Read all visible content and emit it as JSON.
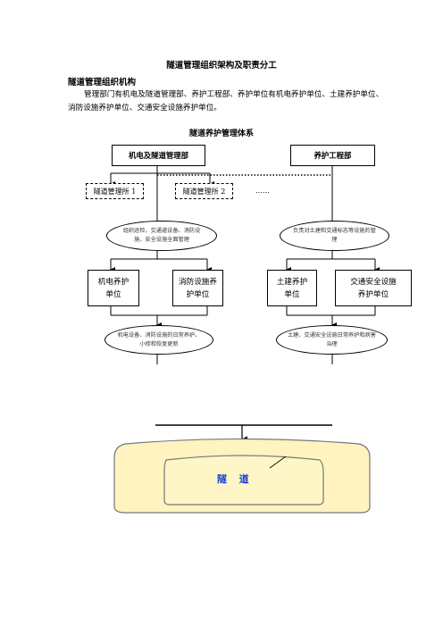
{
  "doc": {
    "title": "隧道管理组织架构及职责分工",
    "section_heading": "隧道管理组织机构",
    "paragraph": "管理部门有机电及隧道管理部、养护工程部、养护单位有机电养护单位、土建养护单位、消防设施养护单位、交通安全设施养护单位。",
    "diagram_title": "隧道养护管理体系"
  },
  "chart": {
    "dept_left": "机电及隧道管理部",
    "dept_right": "养护工程部",
    "office_1": "隧道管理所 1",
    "office_2": "隧道管理所 2",
    "office_more": "……",
    "oval_left": "组织运检，交通道设备、消防设施、安全设施全面管理",
    "oval_right": "负责对土建和交通标志等设施的管理",
    "unit_mech": "机电养护单位",
    "unit_fire": "消防设施养护单位",
    "unit_civil": "土建养护单位",
    "unit_traffic": "交通安全设施养护单位",
    "oval_bottom_left": "机电设备、消防设施的日常养护、小修和恢复更新",
    "oval_bottom_right": "土建、交通安全设施日常养护和病害治理",
    "tunnel_label": "隧  道"
  },
  "colors": {
    "tunnel_fill": "#fff6c8",
    "tunnel_text": "#1a3fd0"
  }
}
